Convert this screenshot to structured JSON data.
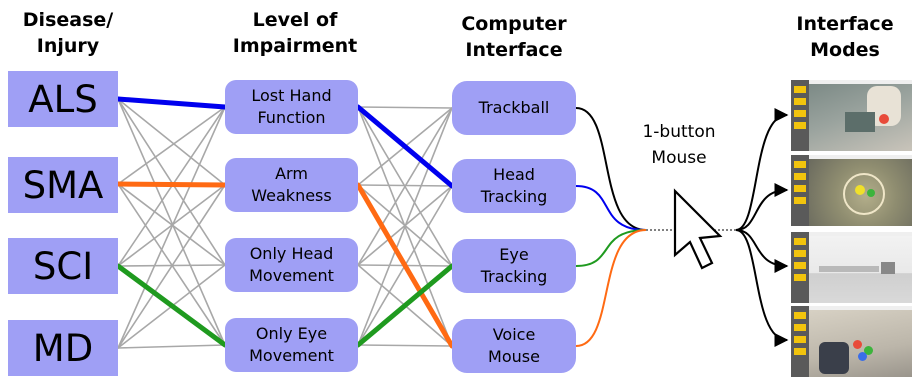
{
  "headers": {
    "disease": "Disease/\nInjury",
    "level": "Level of\nImpairment",
    "computer": "Computer\nInterface",
    "modes": "Interface\nModes"
  },
  "diseases": [
    "ALS",
    "SMA",
    "SCI",
    "MD"
  ],
  "levels": [
    "Lost Hand\nFunction",
    "Arm\nWeakness",
    "Only Head\nMovement",
    "Only Eye\nMovement"
  ],
  "interfaces": [
    "Trackball",
    "Head\nTracking",
    "Eye\nTracking",
    "Voice\nMouse"
  ],
  "mouse_label": "1-button\nMouse",
  "colors": {
    "box_fill": "#9f9ff5",
    "connector": "#a8a8a8",
    "blue": "#0000ee",
    "orange": "#ff6a13",
    "green": "#1f9a1f"
  },
  "highlights": [
    {
      "disease": 0,
      "level": 0,
      "interface": 1,
      "color": "blue"
    },
    {
      "disease": 1,
      "level": 1,
      "interface": 3,
      "color": "orange"
    },
    {
      "disease": 2,
      "level": 3,
      "interface": 2,
      "color": "green"
    }
  ],
  "icons": [
    "cursor-arrow-icon"
  ]
}
